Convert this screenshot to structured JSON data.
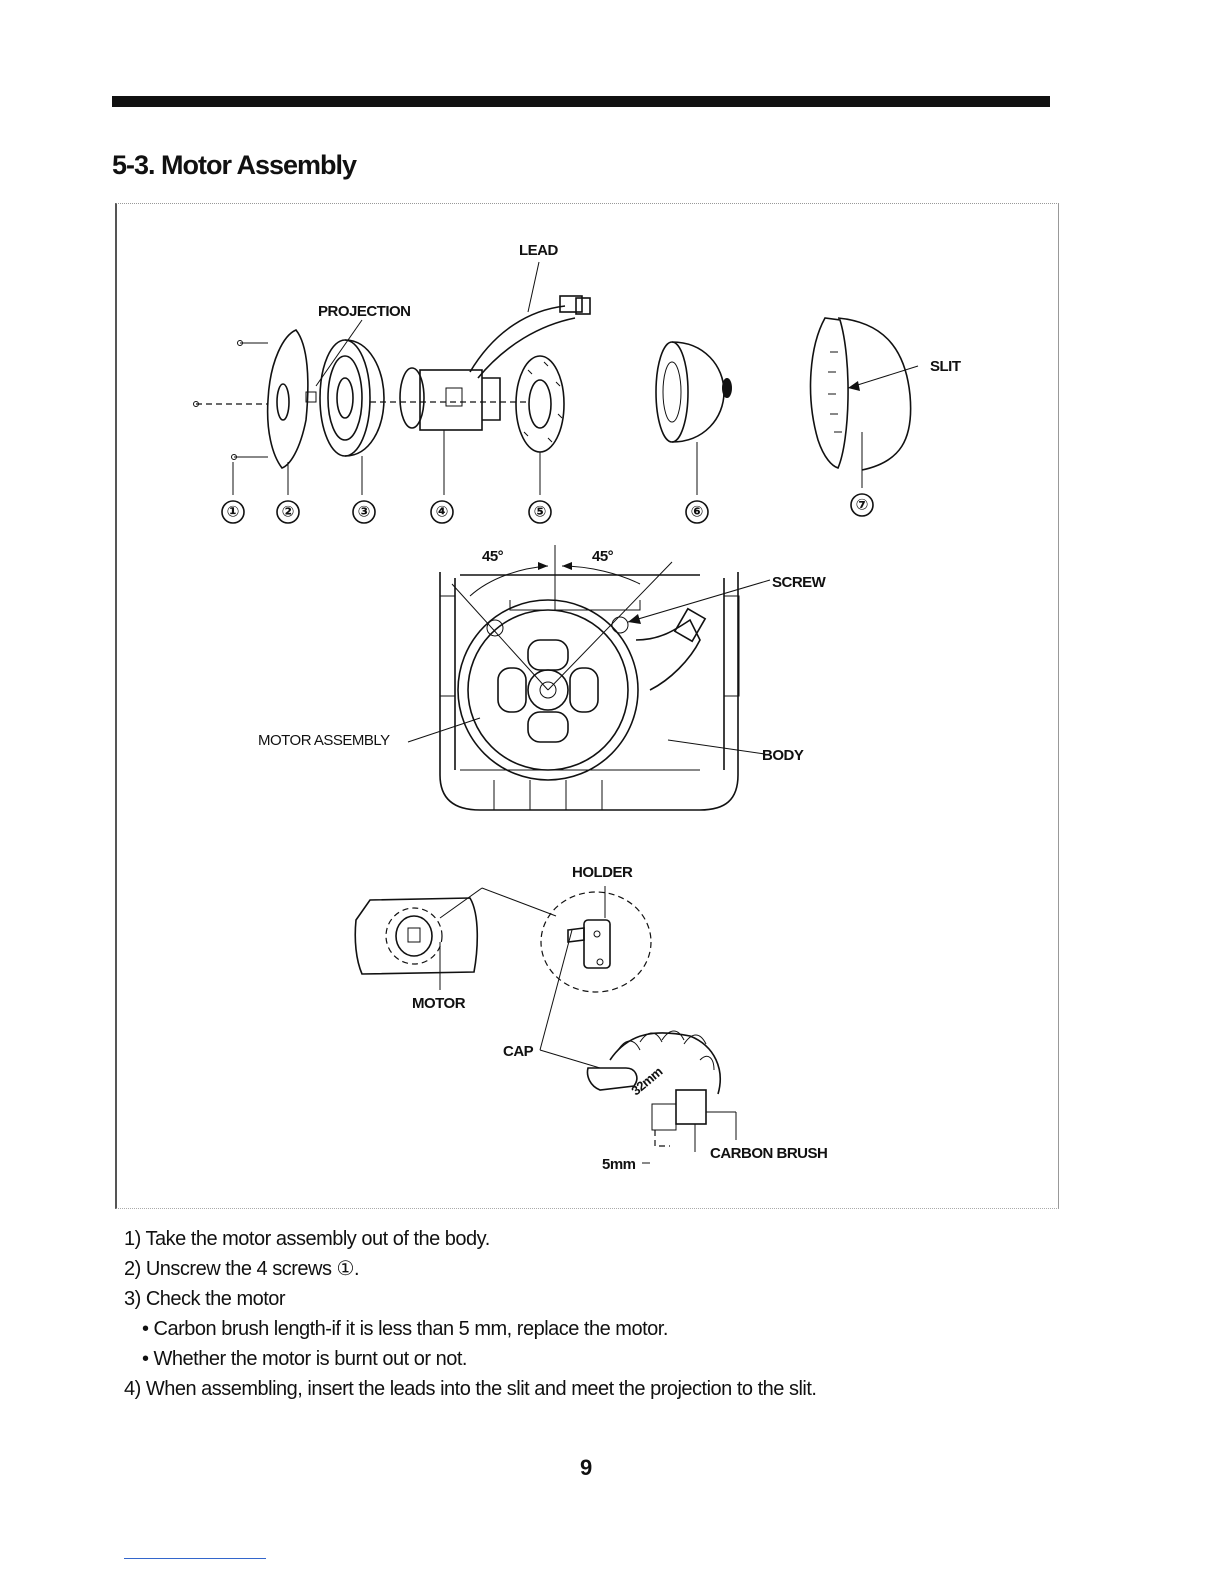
{
  "header": {
    "section_title": "5-3. Motor Assembly"
  },
  "diagram": {
    "labels": {
      "lead": "LEAD",
      "projection": "PROJECTION",
      "slit": "SLIT",
      "screw": "SCREW",
      "motor_assembly": "MOTOR ASSEMBLY",
      "body": "BODY",
      "holder": "HOLDER",
      "motor": "MOTOR",
      "cap": "CAP",
      "carbon_brush": "CARBON BRUSH",
      "brush_length": "32mm",
      "brush_min": "5mm",
      "angle_left": "45°",
      "angle_right": "45°"
    },
    "part_numbers": [
      "①",
      "②",
      "③",
      "④",
      "⑤",
      "⑥",
      "⑦"
    ]
  },
  "instructions": {
    "step1": "1) Take the motor assembly out of the body.",
    "step2": "2) Unscrew the 4 screws ①.",
    "step3": "3) Check the motor",
    "step3a": "• Carbon brush length-if it is less than 5 mm, replace the motor.",
    "step3b": "• Whether the motor is burnt out or not.",
    "step4": "4) When assembling, insert the leads into the slit and meet the projection to the slit."
  },
  "footer": {
    "page_number": "9"
  }
}
